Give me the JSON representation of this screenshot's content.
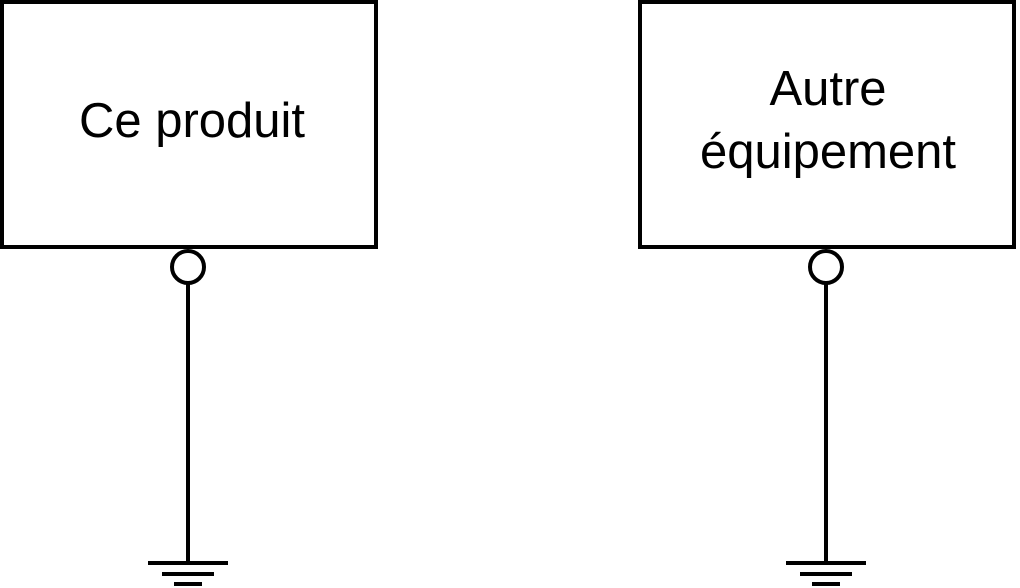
{
  "diagram": {
    "left": {
      "label_lines": [
        "Ce produit"
      ]
    },
    "right": {
      "label_lines": [
        "Autre",
        "équipement"
      ]
    }
  }
}
